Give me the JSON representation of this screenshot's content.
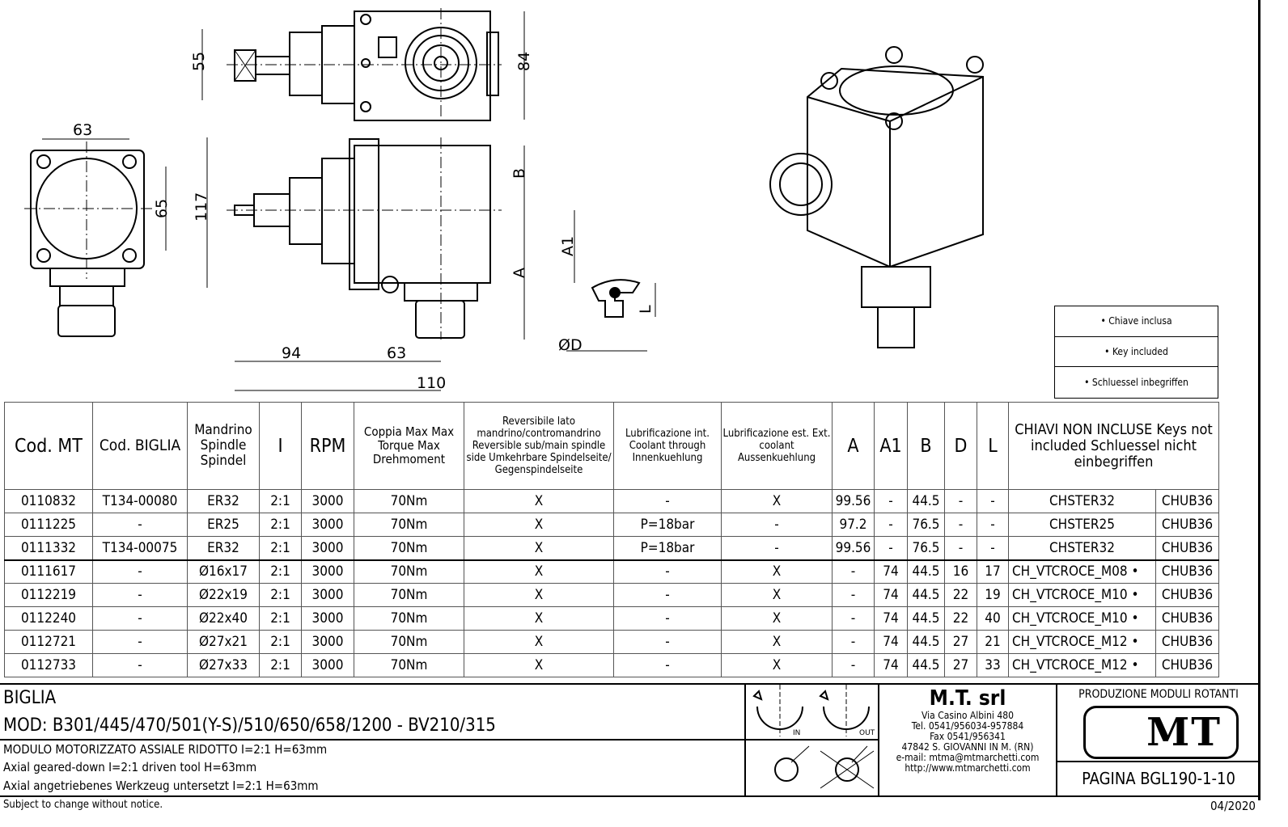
{
  "drawing": {
    "dims": {
      "d55": "55",
      "d84": "84",
      "d63_side": "63",
      "d65": "65",
      "d117": "117",
      "dB": "B",
      "dA1": "A1",
      "dA": "A",
      "dL": "L",
      "dD": "ØD",
      "d94": "94",
      "d63_bottom": "63",
      "d110": "110"
    },
    "tool_arrow_labels": {
      "in": "IN",
      "out": "OUT"
    }
  },
  "key_box": [
    "• Chiave inclusa",
    "• Key included",
    "• Schluessel inbegriffen"
  ],
  "table": {
    "headers": [
      "Cod. MT",
      "Cod. BIGLIA",
      "Mandrino Spindle Spindel",
      "I",
      "RPM",
      "Coppia Max Max Torque Max Drehmoment",
      "Reversibile lato mandrino/contromandrino Reversible sub/main spindle side Umkehrbare Spindelseite/ Gegenspindelseite",
      "Lubrificazione int. Coolant through Innenkuehlung",
      "Lubrificazione est. Ext. coolant Aussenkuehlung",
      "A",
      "A1",
      "B",
      "D",
      "L",
      "CHIAVI NON INCLUSE Keys not included Schluessel nicht einbegriffen"
    ],
    "rows": [
      [
        "0110832",
        "T134-00080",
        "ER32",
        "2:1",
        "3000",
        "70Nm",
        "X",
        "-",
        "X",
        "99.56",
        "-",
        "44.5",
        "-",
        "-",
        "CHSTER32",
        "CHUB36"
      ],
      [
        "0111225",
        "-",
        "ER25",
        "2:1",
        "3000",
        "70Nm",
        "X",
        "P=18bar",
        "-",
        "97.2",
        "-",
        "76.5",
        "-",
        "-",
        "CHSTER25",
        "CHUB36"
      ],
      [
        "0111332",
        "T134-00075",
        "ER32",
        "2:1",
        "3000",
        "70Nm",
        "X",
        "P=18bar",
        "-",
        "99.56",
        "-",
        "76.5",
        "-",
        "-",
        "CHSTER32",
        "CHUB36"
      ],
      [
        "0111617",
        "-",
        "Ø16x17",
        "2:1",
        "3000",
        "70Nm",
        "X",
        "-",
        "X",
        "-",
        "74",
        "44.5",
        "16",
        "17",
        "CH_VTCROCE_M08 •",
        "CHUB36"
      ],
      [
        "0112219",
        "-",
        "Ø22x19",
        "2:1",
        "3000",
        "70Nm",
        "X",
        "-",
        "X",
        "-",
        "74",
        "44.5",
        "22",
        "19",
        "CH_VTCROCE_M10 •",
        "CHUB36"
      ],
      [
        "0112240",
        "-",
        "Ø22x40",
        "2:1",
        "3000",
        "70Nm",
        "X",
        "-",
        "X",
        "-",
        "74",
        "44.5",
        "22",
        "40",
        "CH_VTCROCE_M10 •",
        "CHUB36"
      ],
      [
        "0112721",
        "-",
        "Ø27x21",
        "2:1",
        "3000",
        "70Nm",
        "X",
        "-",
        "X",
        "-",
        "74",
        "44.5",
        "27",
        "21",
        "CH_VTCROCE_M12 •",
        "CHUB36"
      ],
      [
        "0112733",
        "-",
        "Ø27x33",
        "2:1",
        "3000",
        "70Nm",
        "X",
        "-",
        "X",
        "-",
        "74",
        "44.5",
        "27",
        "33",
        "CH_VTCROCE_M12 •",
        "CHUB36"
      ]
    ]
  },
  "title_block": {
    "brand": "BIGLIA",
    "models": "MOD: B301/445/470/501(Y-S)/510/650/658/1200 - BV210/315",
    "desc_it": "MODULO MOTORIZZATO ASSIALE RIDOTTO I=2:1 H=63mm",
    "desc_en": "Axial geared-down I=2:1 driven tool H=63mm",
    "desc_de": "Axial angetriebenes Werkzeug untersetzt I=2:1 H=63mm",
    "company": {
      "name": "M.T. srl",
      "address": "Via Casino Albini 480",
      "tel": "Tel. 0541/956034-957884",
      "fax": "Fax 0541/956341",
      "city": "47842 S. GIOVANNI IN M. (RN)",
      "email": "e-mail: mtma@mtmarchetti.com",
      "web": "http://www.mtmarchetti.com"
    },
    "production": "PRODUZIONE MODULI ROTANTI",
    "logo_text": "MT",
    "page": "PAGINA BGL190-1-10"
  },
  "footer": {
    "notice": "Subject to change without notice.",
    "date": "04/2020"
  }
}
